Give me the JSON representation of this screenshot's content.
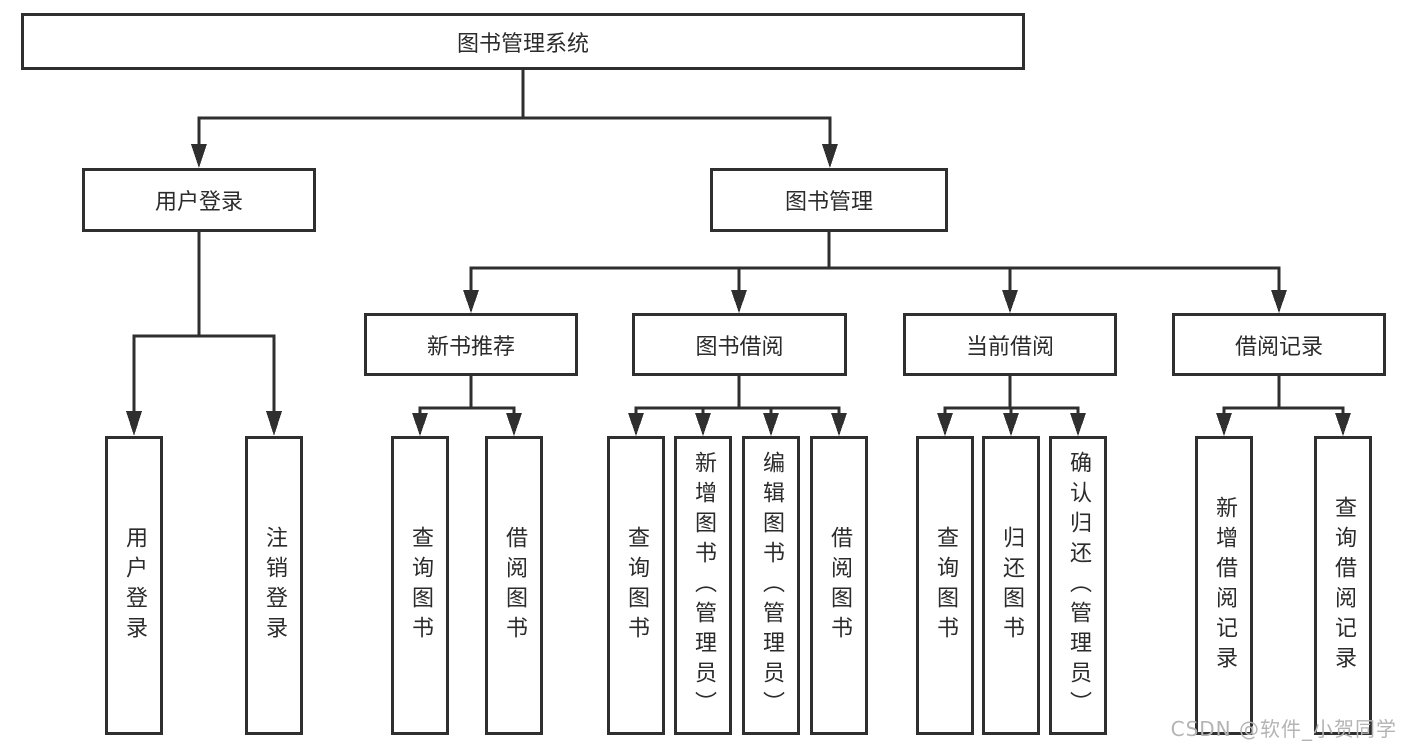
{
  "diagram": {
    "title": "图书管理系统",
    "root": {
      "label": "图书管理系统"
    },
    "branches": [
      {
        "label": "用户登录",
        "children": [
          {
            "label": "用户登录"
          },
          {
            "label": "注销登录"
          }
        ]
      },
      {
        "label": "图书管理",
        "children": [
          {
            "label": "新书推荐",
            "children": [
              {
                "label": "查询图书"
              },
              {
                "label": "借阅图书"
              }
            ]
          },
          {
            "label": "图书借阅",
            "children": [
              {
                "label": "查询图书"
              },
              {
                "label": "新增图书（管理员）"
              },
              {
                "label": "编辑图书（管理员）"
              },
              {
                "label": "借阅图书"
              }
            ]
          },
          {
            "label": "当前借阅",
            "children": [
              {
                "label": "查询图书"
              },
              {
                "label": "归还图书"
              },
              {
                "label": "确认归还（管理员）"
              }
            ]
          },
          {
            "label": "借阅记录",
            "children": [
              {
                "label": "新增借阅记录"
              },
              {
                "label": "查询借阅记录"
              }
            ]
          }
        ]
      }
    ]
  },
  "watermark": {
    "text": "CSDN @软件_小贺同学"
  },
  "colors": {
    "line": "#2f2f2f",
    "text": "#2b2b2b",
    "watermark": "#b4b4b4",
    "background": "#ffffff"
  }
}
